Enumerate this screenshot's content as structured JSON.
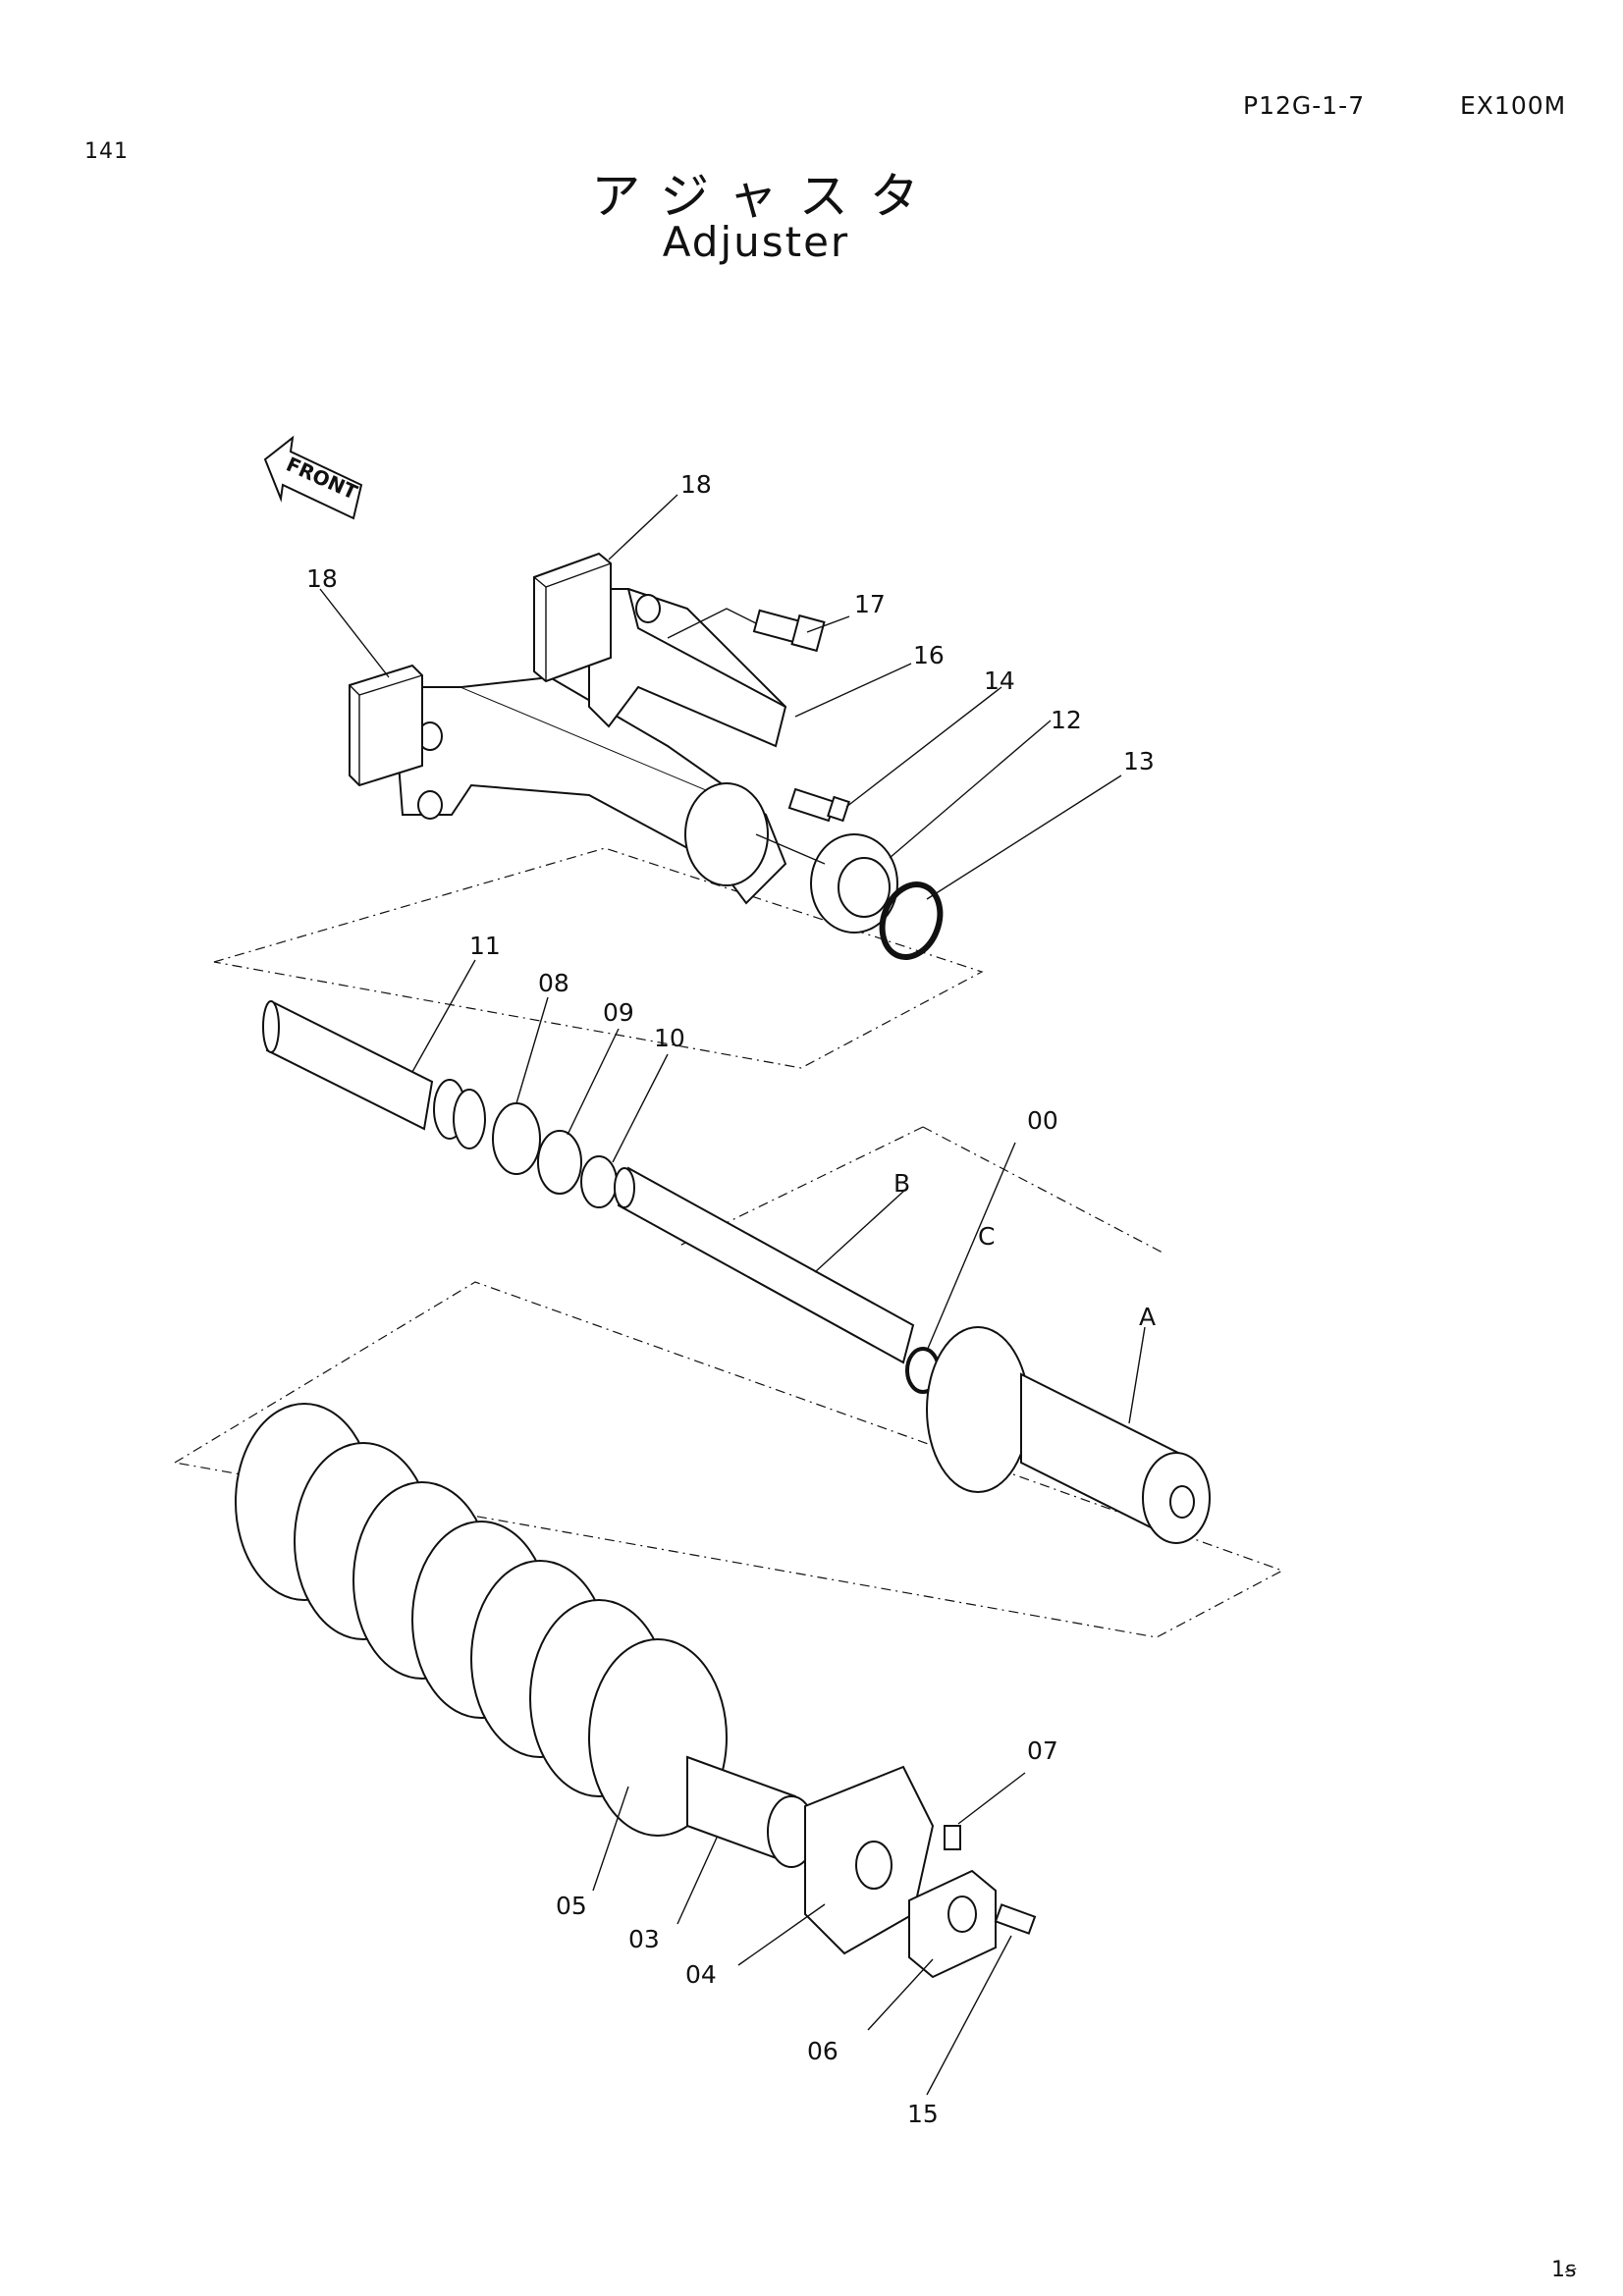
{
  "header": {
    "page_number": "141",
    "page_code": "P12G-1-7",
    "model": "EX100M"
  },
  "title": {
    "japanese": "アジャスタ",
    "english": "Adjuster"
  },
  "front_arrow_label": "FRONT",
  "parts": {
    "p18a": "18",
    "p18b": "18",
    "p17": "17",
    "p16": "16",
    "p14": "14",
    "p12": "12",
    "p13": "13",
    "p11": "11",
    "p08": "08",
    "p09": "09",
    "p10": "10",
    "p00": "00",
    "pB": "B",
    "pC": "C",
    "pA": "A",
    "p07": "07",
    "p05": "05",
    "p03": "03",
    "p04": "04",
    "p06": "06",
    "p15": "15"
  },
  "footer": {
    "corner_text": "1ꞩ"
  }
}
